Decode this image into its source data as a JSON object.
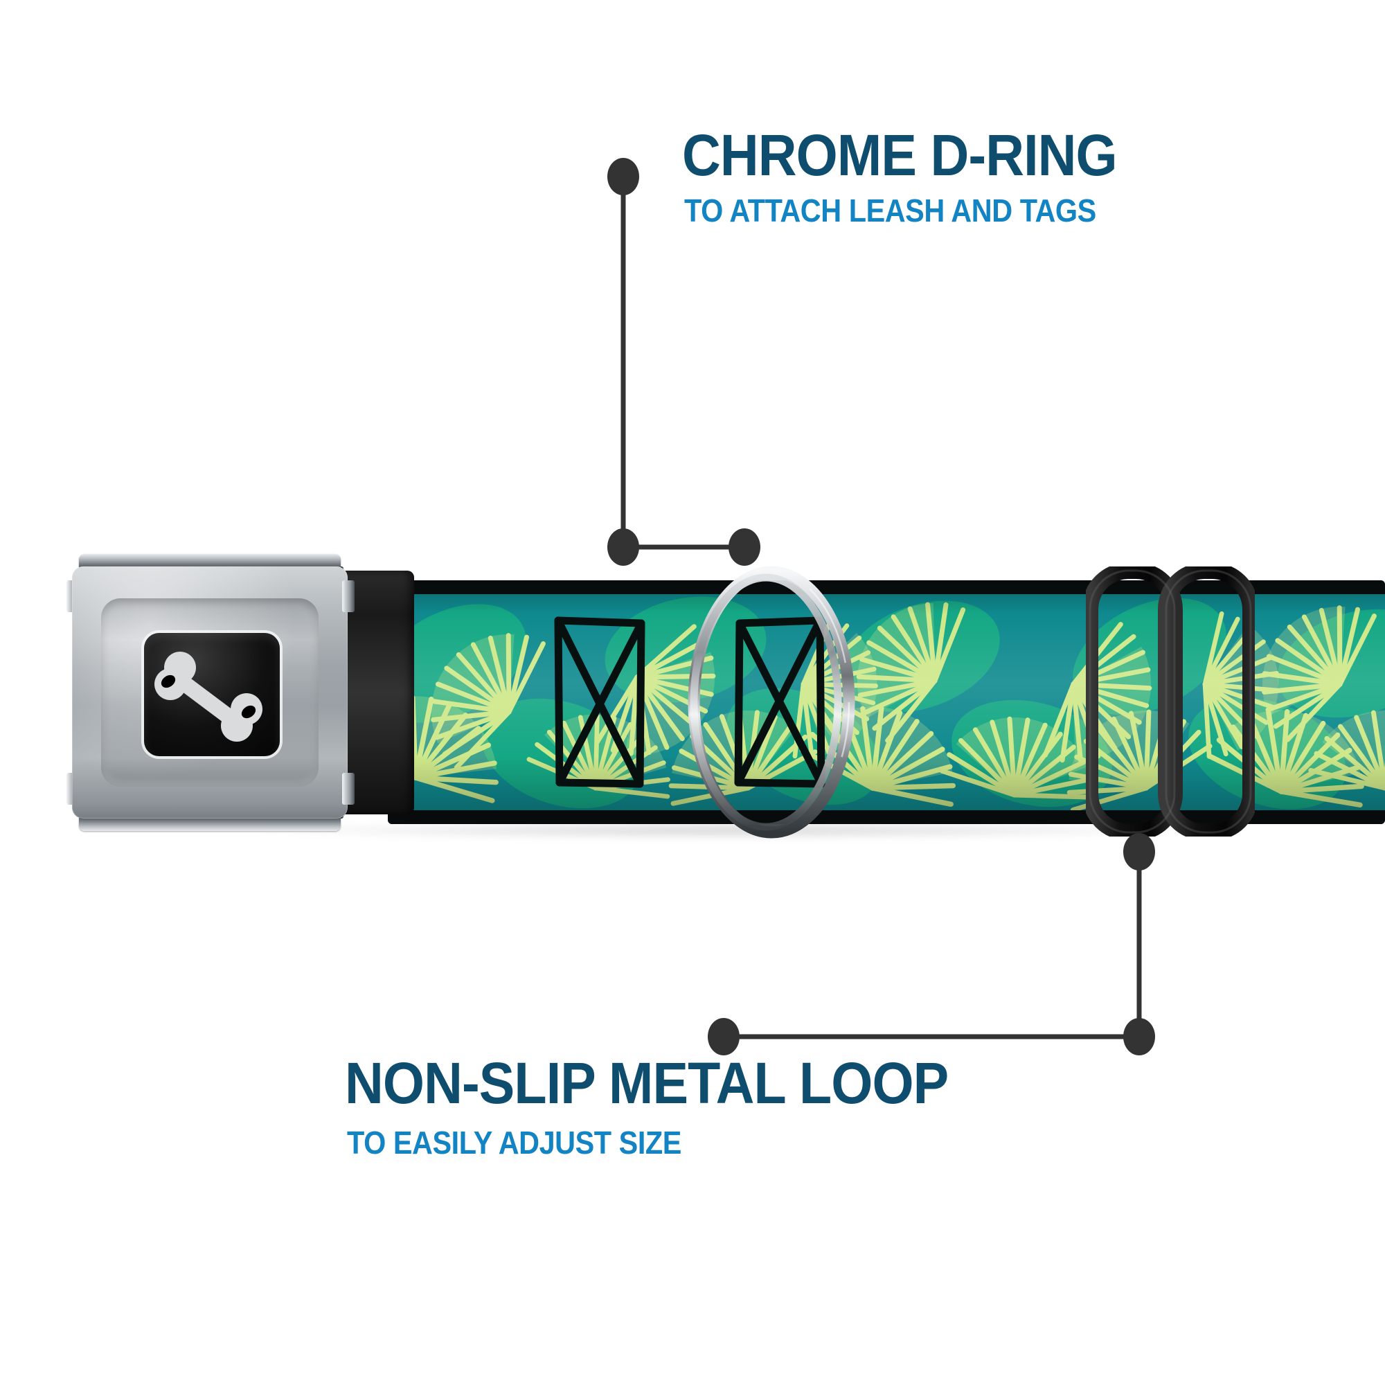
{
  "page": {
    "background_color": "#ffffff",
    "product_name": "dog collar with seatbelt buckle"
  },
  "colors": {
    "headline": "#0e4d6e",
    "subhead": "#1283c3",
    "leader_line": "#333333",
    "strap_teal": "#0f8a8f",
    "strap_green": "#17b182",
    "strap_light_green": "#cfe88a",
    "strap_edge_black": "#0b0f10",
    "chrome_light": "#e9ebed",
    "chrome_mid": "#9aa0a5",
    "chrome_dark": "#2f3438",
    "button_black": "#000000",
    "bone_white": "#d9dbdc"
  },
  "callouts": [
    {
      "id": "chrome-d-ring",
      "title": "CHROME D-RING",
      "subtitle": "TO ATTACH LEASH AND TAGS"
    },
    {
      "id": "non-slip-metal-loop",
      "title": "NON-SLIP METAL LOOP",
      "subtitle": "TO EASILY ADJUST SIZE"
    }
  ],
  "leaders": {
    "dring": {
      "dot_top": [
        900,
        255
      ],
      "elbow": [
        900,
        790
      ],
      "dot_end": [
        1075,
        790
      ]
    },
    "loop": {
      "dot_top": [
        1645,
        1230
      ],
      "elbow": [
        1645,
        1497
      ],
      "dot_end": [
        1045,
        1497
      ]
    }
  },
  "product_parts": [
    {
      "id": "buckle",
      "label": "seatbelt-style chrome buckle"
    },
    {
      "id": "buckle-button",
      "label": "black push button with bone logo"
    },
    {
      "id": "bone-logo",
      "label": "white dog bone icon"
    },
    {
      "id": "connector",
      "label": "black webbing connector"
    },
    {
      "id": "strap",
      "label": "teal palm-frond patterned webbing"
    },
    {
      "id": "stitch-1",
      "label": "box-x stitching"
    },
    {
      "id": "stitch-2",
      "label": "box-x stitching"
    },
    {
      "id": "dring",
      "label": "chrome double d-ring"
    },
    {
      "id": "slider",
      "label": "black non-slip metal adjuster loop"
    }
  ],
  "icons": {
    "bone": "bone-icon",
    "dring": "d-ring-icon",
    "slider": "slider-loop-icon",
    "leader_dot": "leader-dot-icon"
  }
}
